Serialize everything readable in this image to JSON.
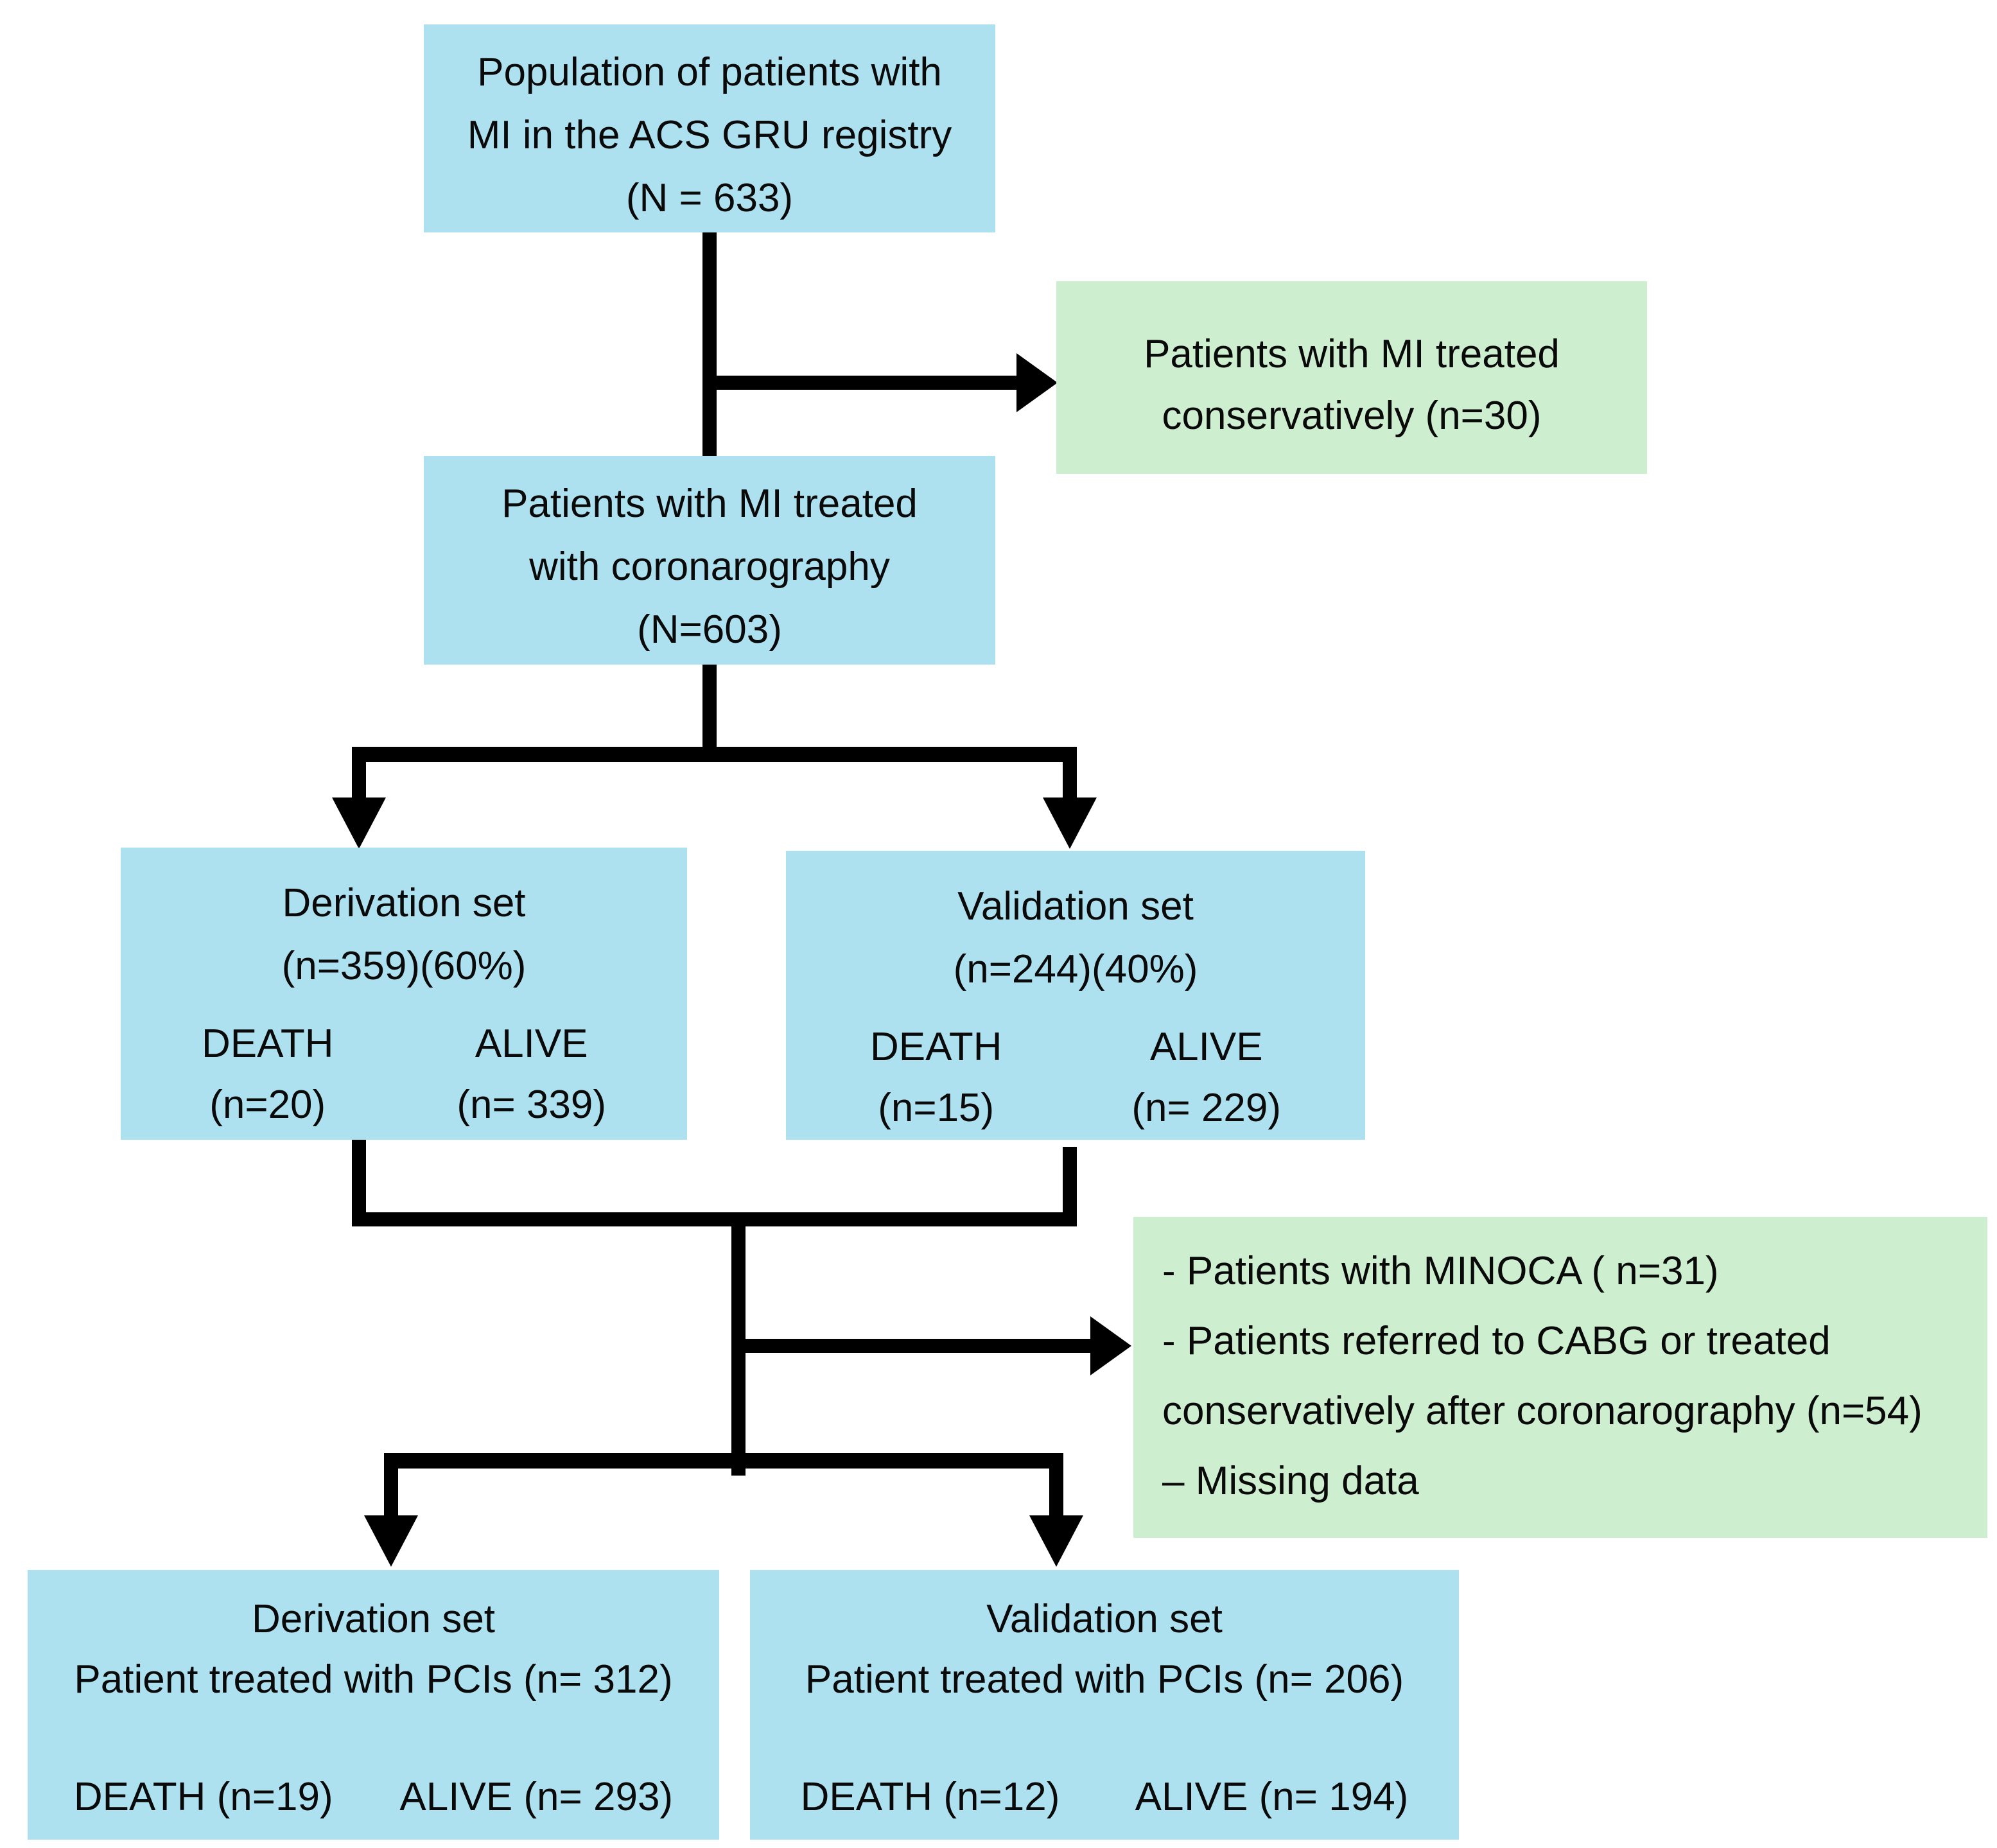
{
  "colors": {
    "box_blue": "#aee1f0",
    "box_green": "#cdeecf",
    "line": "#000000",
    "background": "#ffffff"
  },
  "boxes": {
    "population": {
      "lines": [
        "Population of patients with",
        "MI in the ACS GRU registry",
        "(N = 633)"
      ]
    },
    "excluded_conservative": {
      "lines": [
        "Patients with MI treated",
        "conservatively (n=30)"
      ]
    },
    "coronarography": {
      "lines": [
        "Patients with MI treated",
        "with coronarography",
        "(N=603)"
      ]
    },
    "derivation_set": {
      "title": "Derivation set",
      "subtitle": "(n=359)(60%)",
      "death_label": "DEATH",
      "death_n": "(n=20)",
      "alive_label": "ALIVE",
      "alive_n": "(n= 339)"
    },
    "validation_set": {
      "title": "Validation set",
      "subtitle": "(n=244)(40%)",
      "death_label": "DEATH",
      "death_n": "(n=15)",
      "alive_label": "ALIVE",
      "alive_n": "(n= 229)"
    },
    "excluded_after_coro": {
      "lines": [
        "- Patients with MINOCA ( n=31)",
        "- Patients referred to CABG or treated",
        "conservatively after coronarography (n=54)",
        "– Missing data"
      ]
    },
    "derivation_pci": {
      "title": "Derivation set",
      "subtitle": "Patient treated with PCIs (n= 312)",
      "death": "DEATH (n=19)",
      "alive": "ALIVE (n= 293)"
    },
    "validation_pci": {
      "title": "Validation set",
      "subtitle": "Patient treated with PCIs (n= 206)",
      "death": "DEATH (n=12)",
      "alive": "ALIVE (n= 194)"
    }
  }
}
